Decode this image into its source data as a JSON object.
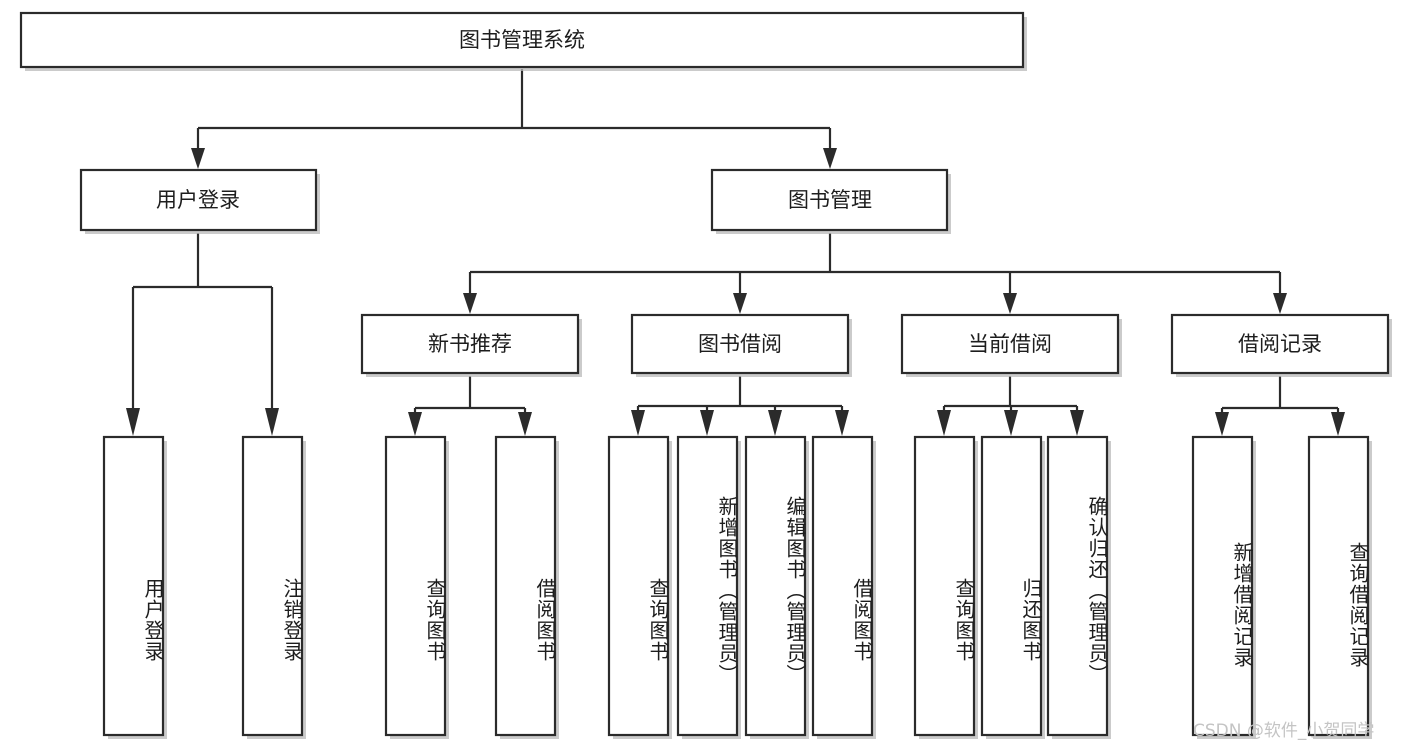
{
  "diagram": {
    "type": "tree",
    "title": "图书管理系统",
    "orientation": "top-down",
    "colors": {
      "node_fill": "#ffffff",
      "node_stroke": "#2b2b2b",
      "text": "#1d1d1d",
      "shadow": "#b9b9b9",
      "background": "#ffffff",
      "watermark": "#c4c4c4"
    },
    "root": {
      "label": "图书管理系统"
    },
    "level2": [
      {
        "label": "用户登录"
      },
      {
        "label": "图书管理"
      }
    ],
    "level3": [
      {
        "label": "新书推荐"
      },
      {
        "label": "图书借阅"
      },
      {
        "label": "当前借阅"
      },
      {
        "label": "借阅记录"
      }
    ],
    "leaves": {
      "user_login": [
        {
          "label": "用户登录"
        },
        {
          "label": "注销登录"
        }
      ],
      "new_book_recommend": [
        {
          "label": "查询图书"
        },
        {
          "label": "借阅图书"
        }
      ],
      "book_borrow": [
        {
          "label": "查询图书"
        },
        {
          "label": "新增图书（管理员）"
        },
        {
          "label": "编辑图书（管理员）"
        },
        {
          "label": "借阅图书"
        }
      ],
      "current_borrow": [
        {
          "label": "查询图书"
        },
        {
          "label": "归还图书"
        },
        {
          "label": "确认归还（管理员）"
        }
      ],
      "borrow_record": [
        {
          "label": "新增借阅记录"
        },
        {
          "label": "查询借阅记录"
        }
      ]
    }
  },
  "watermark": {
    "text": "CSDN @软件_小贺同学"
  }
}
